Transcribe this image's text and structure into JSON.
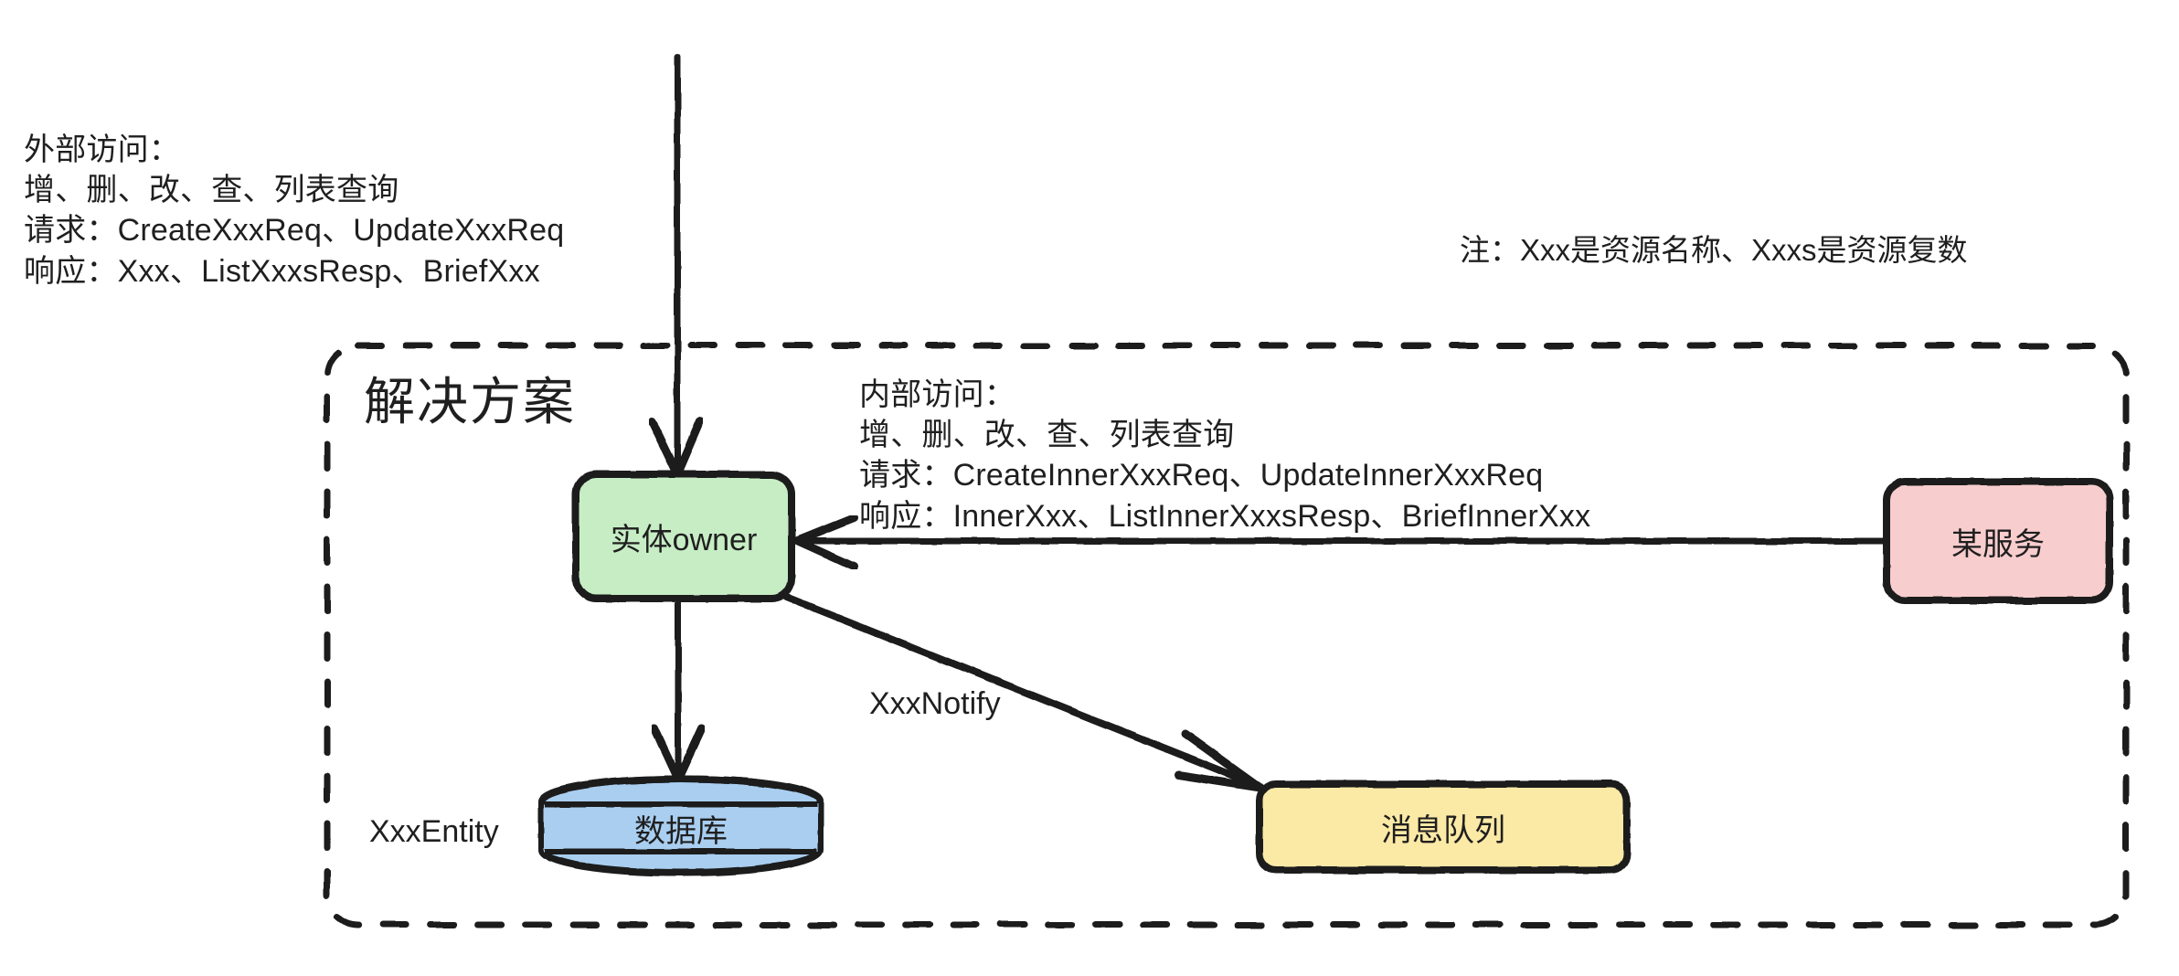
{
  "diagram": {
    "title_container": "解决方案",
    "external_note": "外部访问：\n增、删、改、查、列表查询\n请求：CreateXxxReq、UpdateXxxReq\n响应：Xxx、ListXxxsResp、BriefXxx",
    "side_note": "注：Xxx是资源名称、Xxxs是资源复数",
    "internal_note": "内部访问：\n增、删、改、查、列表查询\n请求：CreateInnerXxxReq、UpdateInnerXxxReq\n响应：InnerXxx、ListInnerXxxsResp、BriefInnerXxx",
    "nodes": {
      "entity_owner": "实体owner",
      "database": "数据库",
      "database_side_label": "XxxEntity",
      "message_queue": "消息队列",
      "service": "某服务"
    },
    "edges": {
      "notify_label": "XxxNotify"
    },
    "colors": {
      "entity_fill": "#c7edc5",
      "database_fill": "#a9cef0",
      "queue_fill": "#fbe9a6",
      "service_fill": "#f8cdce",
      "stroke": "#1f1f1f",
      "background": "#ffffff"
    }
  }
}
